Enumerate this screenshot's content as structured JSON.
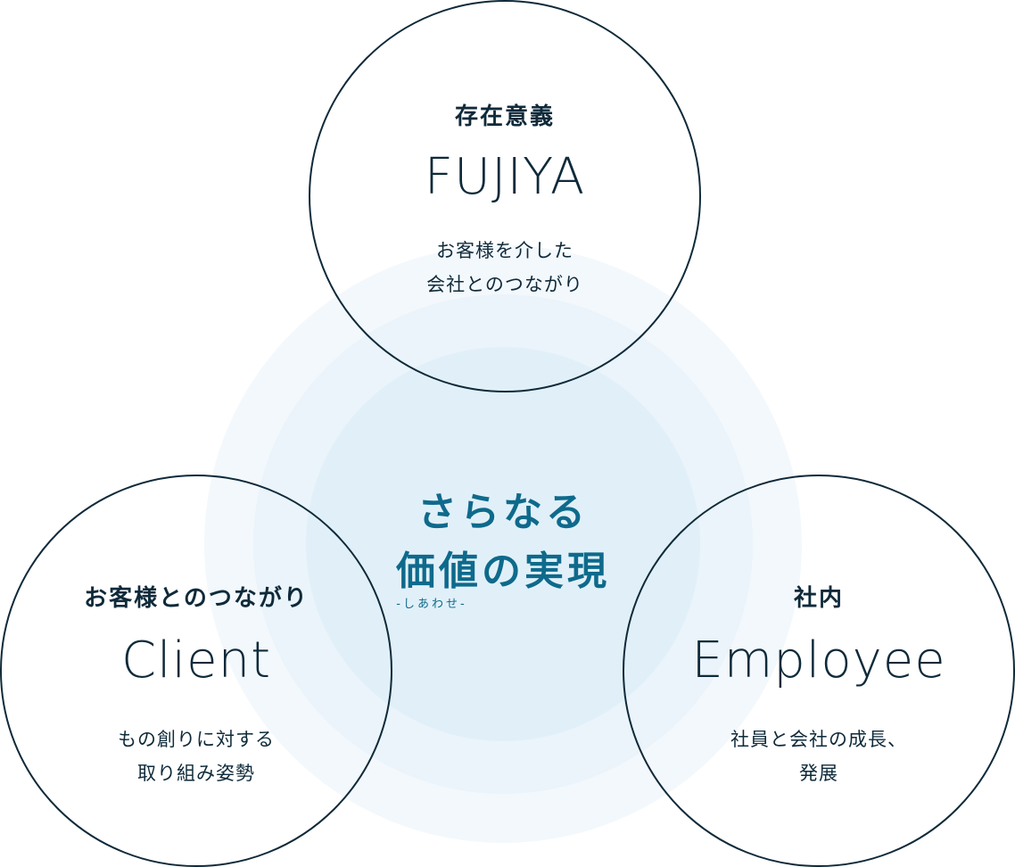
{
  "center": {
    "line1": "さらなる",
    "line2": "価値の実現",
    "sub": "-しあわせ-"
  },
  "top": {
    "heading": "存在意義",
    "english": "FUJIYA",
    "desc_line1": "お客様を介した",
    "desc_line2": "会社とのつながり"
  },
  "left": {
    "heading": "お客様とのつながり",
    "english": "Client",
    "desc_line1": "もの創りに対する",
    "desc_line2": "取り組み姿勢"
  },
  "right": {
    "heading": "社内",
    "english": "Employee",
    "desc_line1": "社員と会社の成長、",
    "desc_line2": "発展"
  },
  "colors": {
    "outline": "#0f2a3a",
    "accent": "#0e6a8c",
    "glow_outer": "#f3f8fc",
    "glow_middle": "#eaf4fa",
    "glow_inner": "#e1f0f8"
  }
}
